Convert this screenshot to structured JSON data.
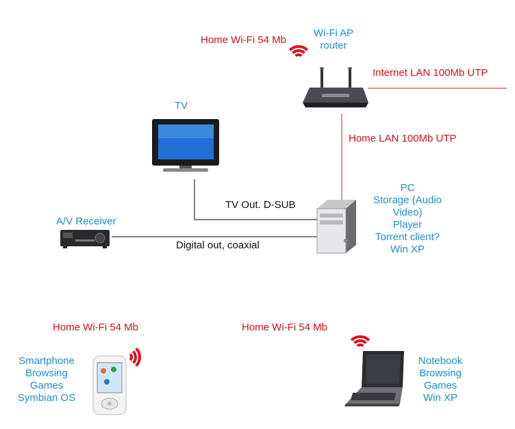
{
  "labels": {
    "wifi_top": "Home Wi-Fi 54 Mb",
    "wifi_phone": "Home Wi-Fi 54 Mb",
    "wifi_notebook": "Home Wi-Fi 54 Mb",
    "internet": "Internet LAN 100Mb UTP",
    "home_lan": "Home LAN 100Mb UTP",
    "tv_out": "TV Out. D-SUB",
    "digital_out": "Digital out, coaxial"
  },
  "devices": {
    "router": {
      "lines": [
        "Wi-Fi AP",
        "router"
      ]
    },
    "tv": {
      "lines": [
        "TV"
      ]
    },
    "receiver": {
      "lines": [
        "A/V Receiver"
      ]
    },
    "pc": {
      "lines": [
        "PC",
        "Storage (Audio",
        "Video)",
        "Player",
        "Torrent client?",
        "Win XP"
      ]
    },
    "smartphone": {
      "lines": [
        "Smartphone",
        "Browsing",
        "Games",
        "Symbian OS"
      ]
    },
    "notebook": {
      "lines": [
        "Notebook",
        "Browsing",
        "Games",
        "Win XP"
      ]
    }
  },
  "colors": {
    "red": "#d0101a",
    "blue": "#1a8fcf",
    "line": "#000000"
  }
}
